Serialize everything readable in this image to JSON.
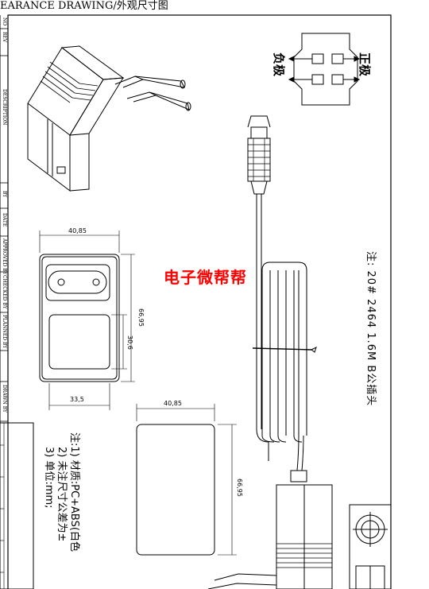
{
  "header": {
    "title": "EARANCE DRAWING/外观尺寸图"
  },
  "title_block": {
    "labels": [
      "NO",
      "REV",
      "DESCRIPTION",
      "BY",
      "DATE",
      "APPROVED BY",
      "CHECKED BY",
      "PLANNED BY",
      "DRAWN BY"
    ]
  },
  "polarity": {
    "negative": "负极",
    "positive": "正极"
  },
  "cable_note": "注: 20# 2464 1.6M B公插头",
  "watermark": "电子微帮帮",
  "dimensions": {
    "front_width": "40,85",
    "front_height": "66,95",
    "label_height": "30,6",
    "label_width": "33,5",
    "side_width": "40,85",
    "side_height": "66,95"
  },
  "notes": {
    "line1": "注:1) 材质:PC+ABS(白色",
    "line2": "2) 未注尺寸公差为±",
    "line3": "3) 单位:mm;"
  }
}
